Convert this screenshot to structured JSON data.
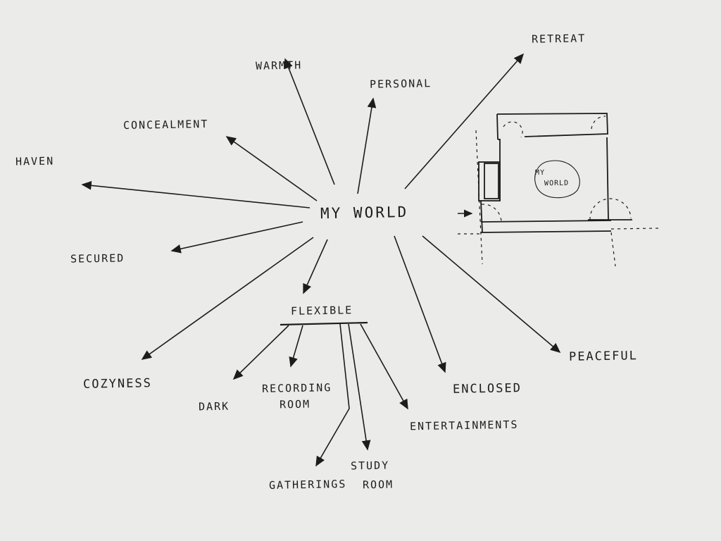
{
  "center": "MY WORLD",
  "nodes": {
    "warmth": "WARMTH",
    "personal": "PERSONAL",
    "retreat": "RETREAT",
    "concealment": "CONCEALMENT",
    "haven": "HAVEN",
    "secured": "SECURED",
    "cozyness": "COZYNESS",
    "flexible": "FLEXIBLE",
    "enclosed": "ENCLOSED",
    "peaceful": "PEACEFUL",
    "entertainments": "ENTERTAINMENTS"
  },
  "flexible_children": {
    "dark": "DARK",
    "recording_1": "RECORDING",
    "recording_2": "ROOM",
    "gatherings": "GATHERINGS",
    "study_1": "STUDY",
    "study_2": "ROOM"
  },
  "plan": {
    "label_1": "MY",
    "label_2": "WORLD"
  }
}
